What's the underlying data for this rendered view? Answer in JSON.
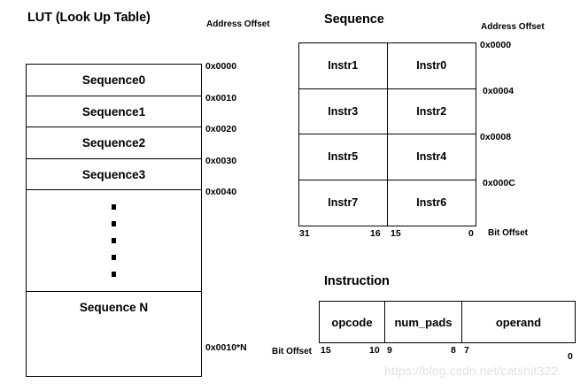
{
  "lut": {
    "title": "LUT (Look Up Table)",
    "address_offset_label": "Address Offset",
    "rows": [
      {
        "label": "Sequence0",
        "address": "0x0000"
      },
      {
        "label": "Sequence1",
        "address": "0x0010"
      },
      {
        "label": "Sequence2",
        "address": "0x0020"
      },
      {
        "label": "Sequence3",
        "address": "0x0030"
      },
      {
        "label": "",
        "address": "0x0040"
      },
      {
        "label": "Sequence N",
        "address": "0x0010*N"
      }
    ]
  },
  "sequence": {
    "title": "Sequence",
    "address_offset_label": "Address Offset",
    "bit_offset_label": "Bit Offset",
    "rows": [
      {
        "left": "Instr1",
        "right": "Instr0",
        "address": "0x0000"
      },
      {
        "left": "Instr3",
        "right": "Instr2",
        "address": "0x0004"
      },
      {
        "left": "Instr5",
        "right": "Instr4",
        "address": "0x0008"
      },
      {
        "left": "Instr7",
        "right": "Instr6",
        "address": "0x000C"
      }
    ],
    "bit_ticks": [
      "31",
      "16",
      "15",
      "0"
    ]
  },
  "instruction": {
    "title": "Instruction",
    "bit_offset_label": "Bit Offset",
    "fields": [
      {
        "name": "opcode",
        "msb": "15",
        "lsb": "10"
      },
      {
        "name": "num_pads",
        "msb": "9",
        "lsb": "8"
      },
      {
        "name": "operand",
        "msb": "7",
        "lsb": "0"
      }
    ]
  },
  "watermark": {
    "text": "https://blog.csdn.net/catshit322"
  }
}
